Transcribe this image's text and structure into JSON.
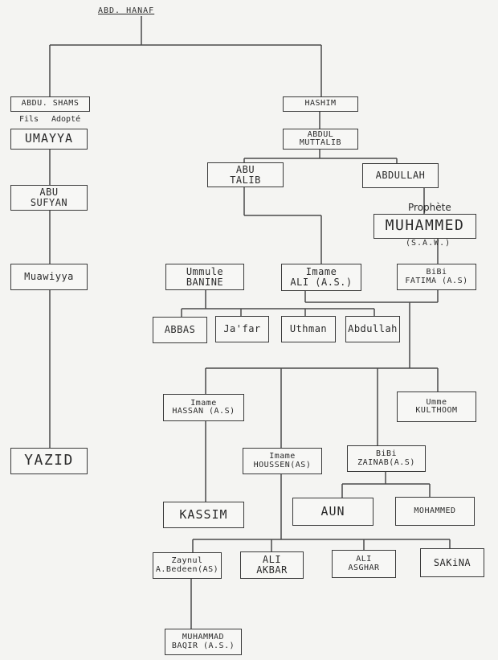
{
  "root": "ABD. HANAF",
  "notes": {
    "adopted_left": "Fils",
    "adopted_right": "Adopté",
    "prophet_prefix": "Prophète",
    "prophet_suffix": "(S.A.W.)"
  },
  "nodes": {
    "abdu_shams": [
      "ABDU. SHAMS"
    ],
    "umayya": [
      "UMAYYA"
    ],
    "abu_sufyan": [
      "ABU",
      "SUFYAN"
    ],
    "muawiyya": [
      "Muawiyya"
    ],
    "yazid": [
      "YAZID"
    ],
    "hashim": [
      "HASHIM"
    ],
    "abdul_muttalib": [
      "ABDUL",
      "MUTTALIB"
    ],
    "abu_talib": [
      "ABU",
      "TALIB"
    ],
    "abdullah_father": [
      "ABDULLAH"
    ],
    "muhammed": [
      "MUHAMMED"
    ],
    "ummul_banine": [
      "Ummule",
      "BANINE"
    ],
    "ali": [
      "Imame",
      "ALI (A.S.)"
    ],
    "fatima": [
      "BiBi",
      "FATIMA (A.S)"
    ],
    "abbas": [
      "ABBAS"
    ],
    "jafar": [
      "Ja'far"
    ],
    "uthman": [
      "Uthman"
    ],
    "abdullah_son": [
      "Abdullah"
    ],
    "hassan": [
      "Imame",
      "HASSAN (A.S)"
    ],
    "houssen": [
      "Imame",
      "HOUSSEN(AS)"
    ],
    "zainab": [
      "BiBi",
      "ZAINAB(A.S)"
    ],
    "kulthoom": [
      "Umme",
      "KULTHOOM"
    ],
    "kassim": [
      "KASSIM"
    ],
    "aun": [
      "AUN"
    ],
    "mohammed": [
      "MOHAMMED"
    ],
    "zaynul": [
      "Zaynul",
      "A.Bedeen(AS)"
    ],
    "ali_akbar": [
      "ALI",
      "AKBAR"
    ],
    "ali_asghar": [
      "ALI",
      "ASGHAR"
    ],
    "sakina": [
      "SAKiNA"
    ],
    "baqir": [
      "MUHAMMAD",
      "BAQIR (A.S.)"
    ]
  }
}
